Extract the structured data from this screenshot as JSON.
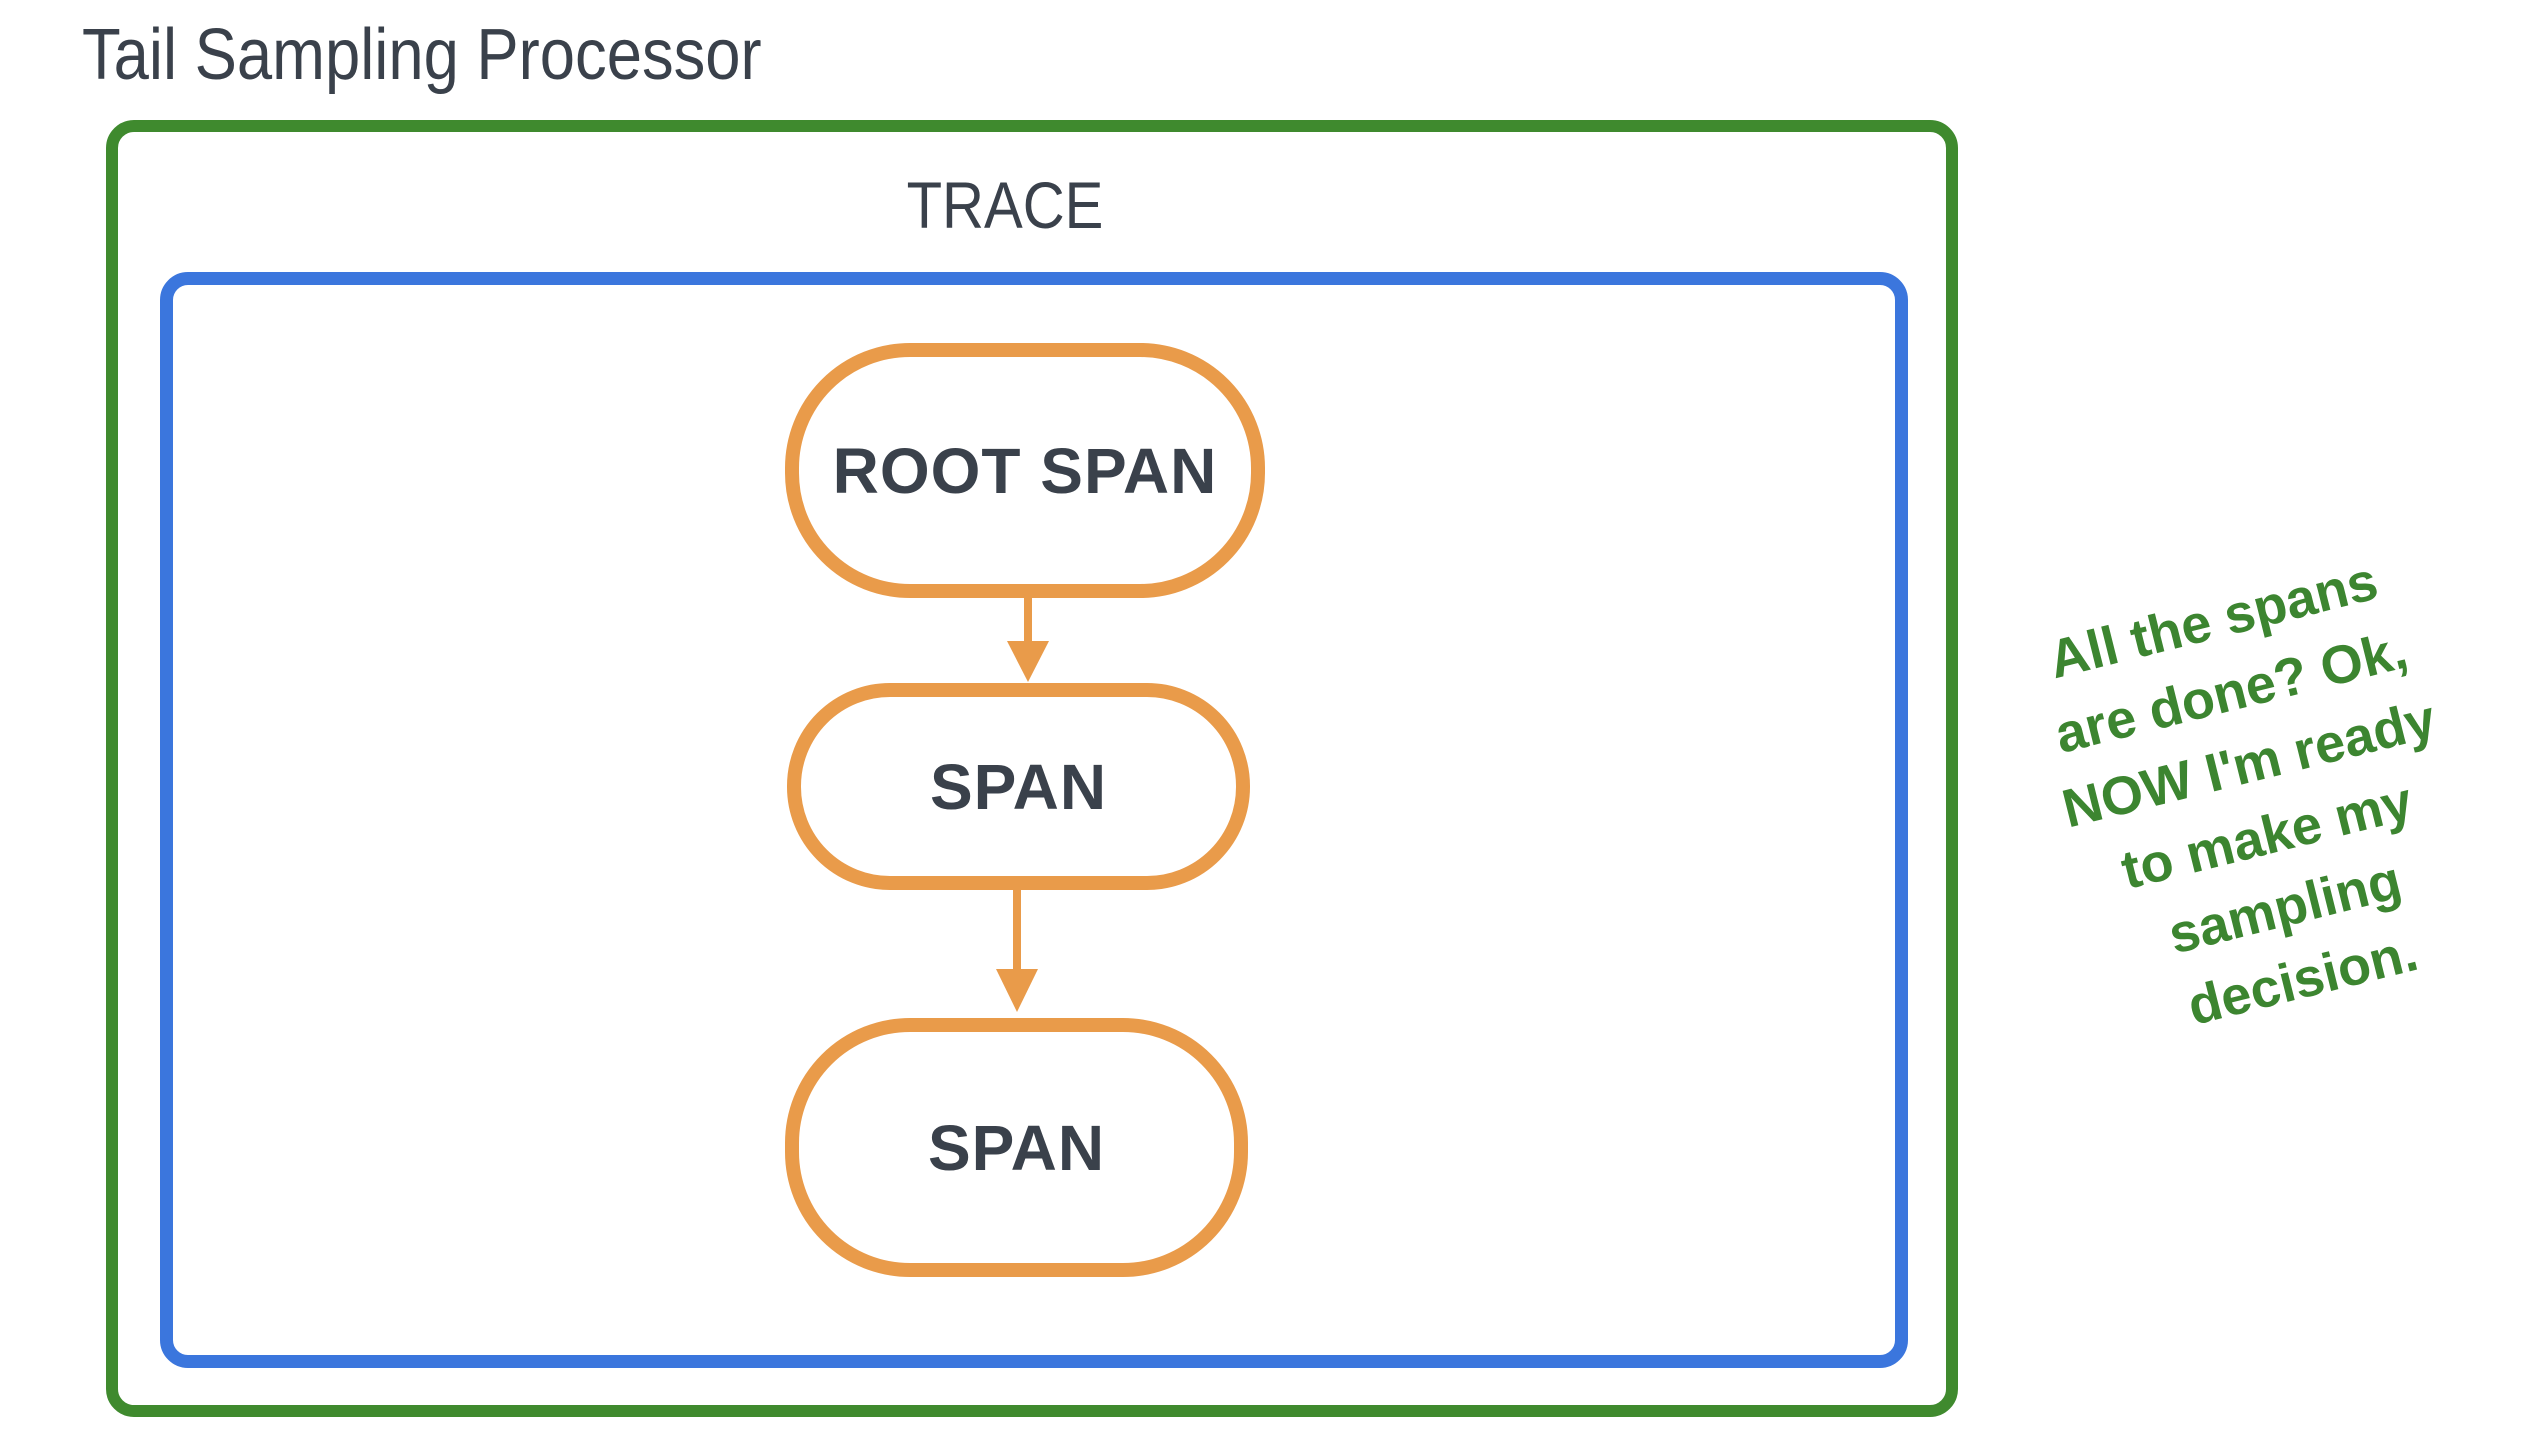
{
  "title": "Tail Sampling Processor",
  "trace": {
    "label": "TRACE"
  },
  "nodes": [
    {
      "id": "root-span",
      "label": "ROOT SPAN"
    },
    {
      "id": "span-2",
      "label": "SPAN"
    },
    {
      "id": "span-3",
      "label": "SPAN"
    }
  ],
  "connectors": [
    {
      "from": "root-span",
      "to": "span-2",
      "direction": "down"
    },
    {
      "from": "span-2",
      "to": "span-3",
      "direction": "down"
    }
  ],
  "annotation": {
    "text": "All the spans\nare done? Ok,\nNOW I'm ready\nto make my\nsampling\ndecision."
  },
  "colors": {
    "container_green": "#3f8a2e",
    "trace_blue": "#3b76dd",
    "span_orange": "#e99b4a",
    "label_dark": "#3a414b",
    "annotation_green": "#3c8530",
    "background": "#ffffff"
  }
}
